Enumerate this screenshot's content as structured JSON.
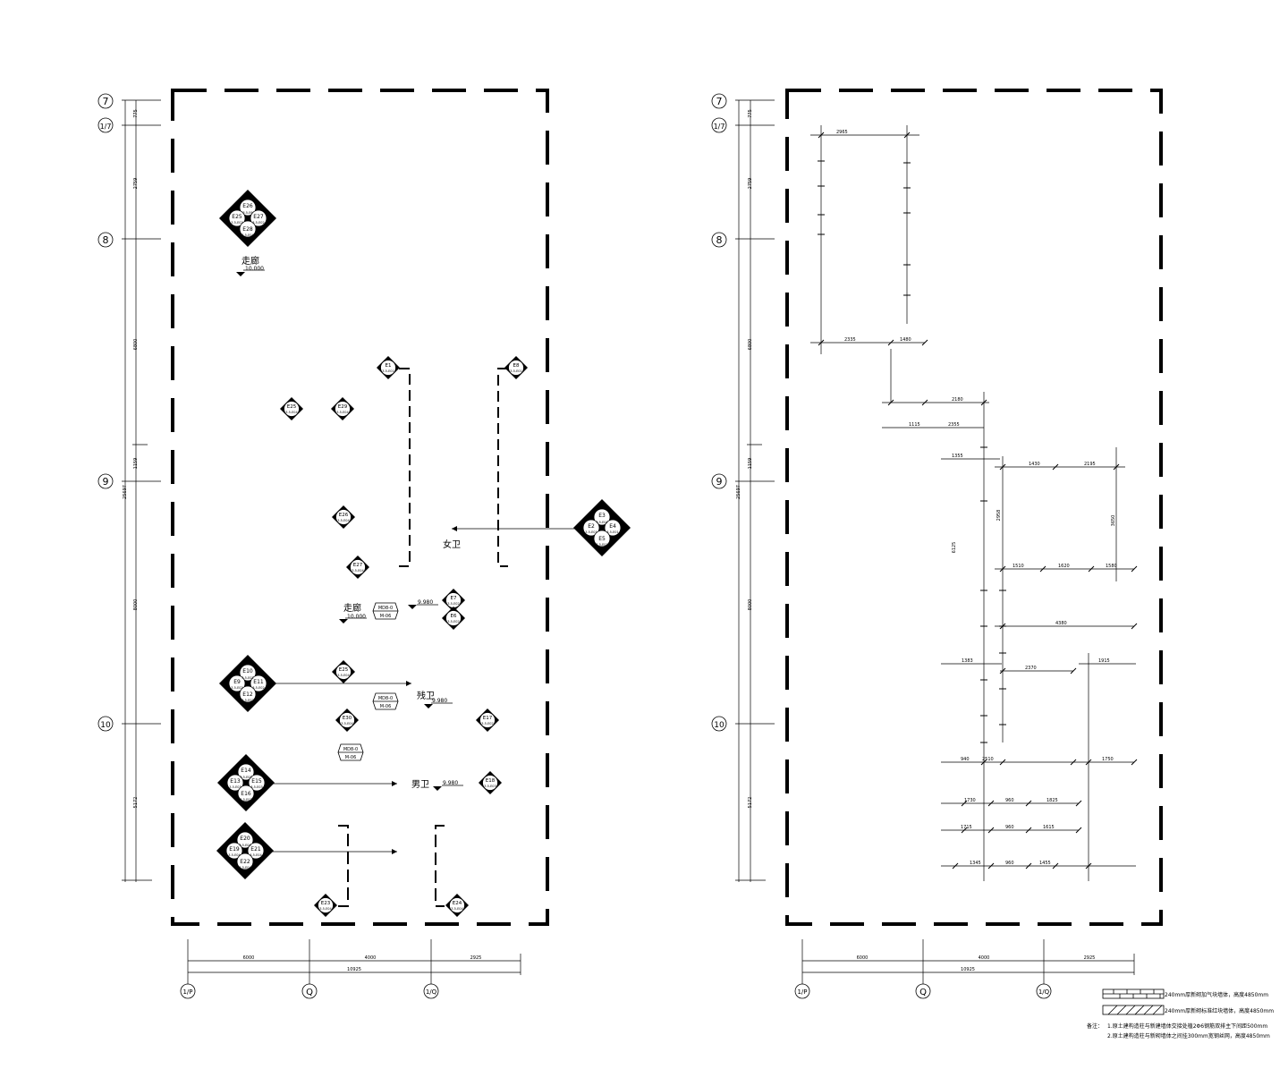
{
  "axes": {
    "rows": [
      "7",
      "1/7",
      "8",
      "9",
      "10"
    ],
    "cols": [
      "1/P",
      "Q",
      "1/Q"
    ]
  },
  "left_plan": {
    "vertical_dims": [
      "775",
      "2759",
      "6800",
      "1159",
      "25697",
      "8000",
      "5172"
    ],
    "horizontal_dims": [
      "6000",
      "4000",
      "2925",
      "10925"
    ],
    "rooms": {
      "corridor_top": "走廊",
      "corridor_top_level": "10.000",
      "womens": "女卫",
      "corridor_mid": "走廊",
      "corridor_mid_level": "10.000",
      "level_a": "9.980",
      "accessible": "残卫",
      "accessible_level": "9.980",
      "mens": "男卫",
      "mens_level": "9.980"
    },
    "door_tags": [
      {
        "id": "MD8-0",
        "sub": "M-06"
      },
      {
        "id": "MD8-0",
        "sub": "M-06"
      },
      {
        "id": "MD8-0",
        "sub": "M-06"
      }
    ],
    "elev_groups": [
      {
        "top": "E26",
        "left": "E25",
        "right": "E27",
        "bottom": "E28",
        "topsub": "3.5-E6",
        "leftsub": "3.5-E02",
        "rightsub": "3.5-E02",
        "bottomsub": "3.5-E04"
      },
      {
        "top": "E3",
        "left": "E2",
        "right": "E4",
        "bottom": "E5",
        "topsub": "3.5-E01",
        "leftsub": "3.5-E01",
        "rightsub": "3.5-E01",
        "bottomsub": "3.5-E01"
      },
      {
        "top": "E10",
        "left": "E9",
        "right": "E11",
        "bottom": "E12",
        "topsub": "3.5-E02",
        "leftsub": "3.5-E02",
        "rightsub": "3.5-E02",
        "bottomsub": "3.5-E02"
      },
      {
        "top": "E14",
        "left": "E13",
        "right": "E15",
        "bottom": "E16",
        "topsub": "3.5-E03",
        "leftsub": "3.5-E03",
        "rightsub": "3.5-E03",
        "bottomsub": "3.5-E03"
      },
      {
        "top": "E20",
        "left": "E19",
        "right": "E21",
        "bottom": "E22",
        "topsub": "3.5-E04",
        "leftsub": "3.5-E04",
        "rightsub": "3.5-E04",
        "bottomsub": "3.5-E04"
      }
    ],
    "single_markers": [
      {
        "id": "E1",
        "sub": "3.5-E01"
      },
      {
        "id": "E8",
        "sub": "3.5-E01"
      },
      {
        "id": "E25",
        "sub": "3.5-E04"
      },
      {
        "id": "E29",
        "sub": "3.5-E04"
      },
      {
        "id": "E26",
        "sub": "3.5-E04"
      },
      {
        "id": "E27",
        "sub": "3.5-E04"
      },
      {
        "id": "E7",
        "sub": "3.5-E02"
      },
      {
        "id": "E6",
        "sub": "3.5-E02"
      },
      {
        "id": "E25",
        "sub": "3.5-E04"
      },
      {
        "id": "E30",
        "sub": "3.5-E04"
      },
      {
        "id": "E17",
        "sub": "3.5-E02"
      },
      {
        "id": "E18",
        "sub": "3.5-E03"
      },
      {
        "id": "E23",
        "sub": "3.5-E04"
      },
      {
        "id": "E24",
        "sub": "3.5-E04"
      }
    ]
  },
  "right_plan": {
    "vertical_dims": [
      "775",
      "2759",
      "6800",
      "1159",
      "25697",
      "8000",
      "5172"
    ],
    "horizontal_dims": [
      "6000",
      "4000",
      "2925",
      "10925"
    ],
    "wall_dims": [
      "2965",
      "2335",
      "1480",
      "2180",
      "1115",
      "2355",
      "1355",
      "1430",
      "2195",
      "1510",
      "1620",
      "1580",
      "4380",
      "1383",
      "2370",
      "1915",
      "940",
      "2510",
      "1750",
      "1730",
      "960",
      "1825",
      "1715",
      "960",
      "1615",
      "1345",
      "960",
      "1455",
      "6125",
      "3650",
      "2958"
    ]
  },
  "legend": {
    "item1": "240mm厚新砌加气块墙体，高度4850mm",
    "item2": "240mm厚新砌标准红块墙体，高度4850mm",
    "note_label": "备注：",
    "note1": "1.原土建构造柱与新建墙体交接处植2Φ6钢筋双排主下间距500mm",
    "note2": "2.原土建构造柱与新砌墙体之间挂300mm宽钢丝网，高度4850mm"
  }
}
